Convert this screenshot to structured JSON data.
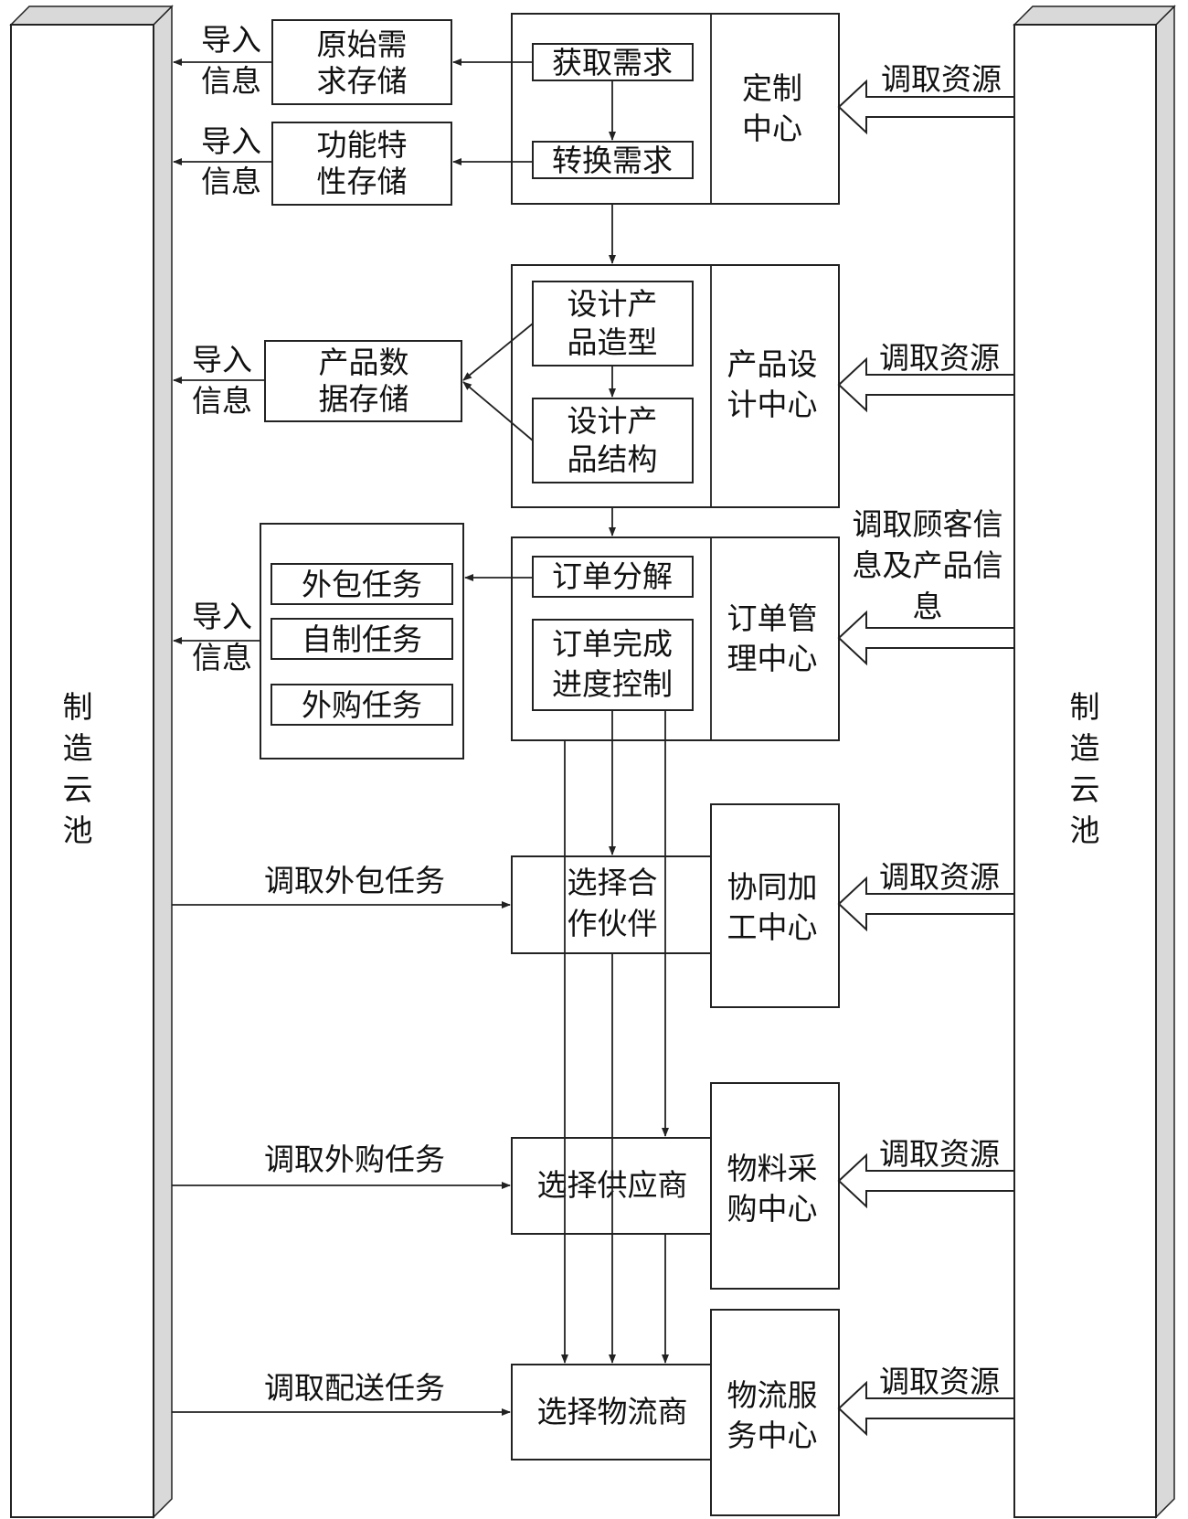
{
  "pools": {
    "left": [
      "制",
      "造",
      "云",
      "池"
    ],
    "right": [
      "制",
      "造",
      "云",
      "池"
    ]
  },
  "import_info": [
    "导入",
    "信息"
  ],
  "storage": {
    "raw_demand": [
      "原始需",
      "求存储"
    ],
    "feature": [
      "功能特",
      "性存储"
    ],
    "product_data": [
      "产品数",
      "据存储"
    ]
  },
  "tasks": {
    "outsource": "外包任务",
    "self_made": "自制任务",
    "purchase": "外购任务"
  },
  "custom_center": {
    "name": [
      "定制",
      "中心"
    ],
    "get_demand": "获取需求",
    "convert_demand": "转换需求"
  },
  "design_center": {
    "name": [
      "产品设",
      "计中心"
    ],
    "modeling": [
      "设计产",
      "品造型"
    ],
    "structure": [
      "设计产",
      "品结构"
    ]
  },
  "order_center": {
    "name": [
      "订单管",
      "理中心"
    ],
    "decompose": "订单分解",
    "progress": [
      "订单完成",
      "进度控制"
    ]
  },
  "cooperation_center": {
    "name": [
      "协同加",
      "工中心"
    ],
    "select_partner": [
      "选择合",
      "作伙伴"
    ]
  },
  "procurement_center": {
    "name": [
      "物料采",
      "购中心"
    ],
    "select_supplier": "选择供应商"
  },
  "logistics_center": {
    "name": [
      "物流服",
      "务中心"
    ],
    "select_logistics": "选择物流商"
  },
  "fetch": {
    "resource": "调取资源",
    "customer_info": [
      "调取顾客信",
      "息及产品信",
      "息"
    ],
    "outsource_task": "调取外包任务",
    "purchase_task": "调取外购任务",
    "delivery_task": "调取配送任务"
  }
}
